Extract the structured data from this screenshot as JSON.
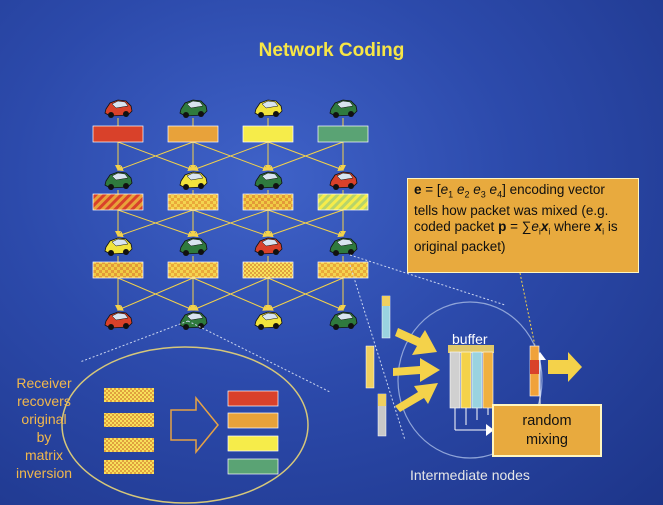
{
  "title": "Network Coding",
  "callout": {
    "e": "e",
    "e_def_lead": " = [",
    "e1": "e",
    "sub1": "1",
    "e2": "e",
    "sub2": "2",
    "e3": "e",
    "sub3": "3",
    "e4": "e",
    "sub4": "4",
    "line1_tail": "] encoding vector tells how packet was mixed (e.g. coded packet ",
    "p": "p",
    "eq": " = ∑",
    "ei": "e",
    "sub_i": "i",
    "x": "x",
    "sub_i2": "i",
    "where": " where ",
    "x2": "x",
    "sub_i3": "i",
    "tail": " is original packet)"
  },
  "receiver_text": [
    "Receiver",
    "recovers",
    "original",
    "by",
    "matrix",
    "inversion"
  ],
  "buffer_label": "buffer",
  "mixing_label": [
    "random",
    "mixing"
  ],
  "intermediate_label": "Intermediate nodes",
  "colors": {
    "title": "#f7e646",
    "packet_red": "#d9412a",
    "packet_orange": "#e8a23a",
    "packet_yellow": "#f6ec4a",
    "packet_green": "#5aa374",
    "callout_bg": "#e8aa3e",
    "arrow": "#f4d24a"
  }
}
